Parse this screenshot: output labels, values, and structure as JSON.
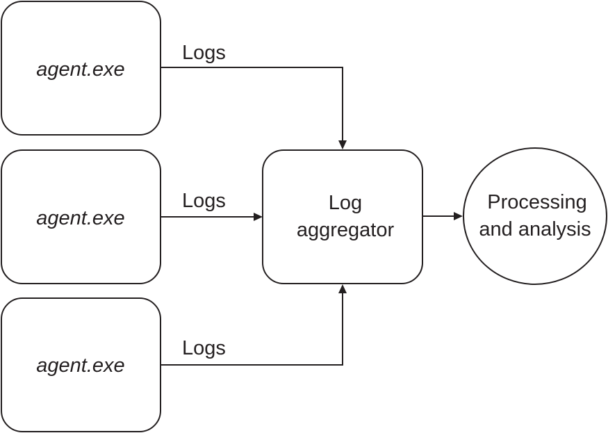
{
  "agents": [
    {
      "label": "agent.exe"
    },
    {
      "label": "agent.exe"
    },
    {
      "label": "agent.exe"
    }
  ],
  "edges": [
    {
      "label": "Logs"
    },
    {
      "label": "Logs"
    },
    {
      "label": "Logs"
    }
  ],
  "aggregator": {
    "line1": "Log",
    "line2": "aggregator"
  },
  "processing": {
    "line1": "Processing",
    "line2": "and analysis"
  },
  "colors": {
    "stroke": "#231f20",
    "background": "#ffffff"
  }
}
